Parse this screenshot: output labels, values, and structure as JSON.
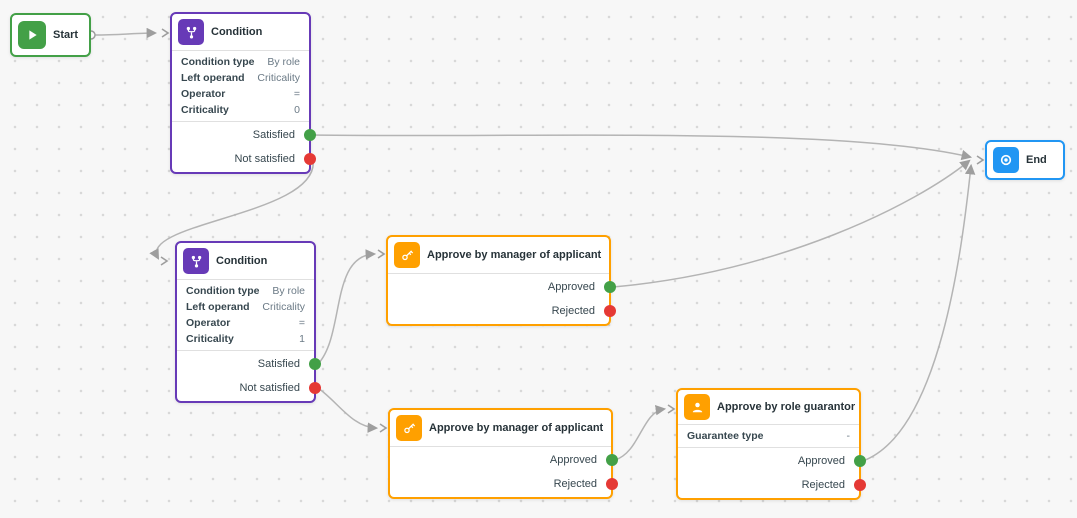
{
  "diagram": {
    "nodes": {
      "start": {
        "label": "Start",
        "icon": "play-icon",
        "color": "#43a047"
      },
      "condition1": {
        "title": "Condition",
        "icon": "branch-icon",
        "color": "#673ab7",
        "rows": [
          {
            "label": "Condition type",
            "value": "By role"
          },
          {
            "label": "Left operand",
            "value": "Criticality"
          },
          {
            "label": "Operator",
            "value": "="
          },
          {
            "label": "Criticality",
            "value": "0"
          }
        ],
        "outputs": [
          {
            "label": "Satisfied",
            "color": "#43a047"
          },
          {
            "label": "Not satisfied",
            "color": "#e53935"
          }
        ]
      },
      "condition2": {
        "title": "Condition",
        "icon": "branch-icon",
        "color": "#673ab7",
        "rows": [
          {
            "label": "Condition type",
            "value": "By role"
          },
          {
            "label": "Left operand",
            "value": "Criticality"
          },
          {
            "label": "Operator",
            "value": "="
          },
          {
            "label": "Criticality",
            "value": "1"
          }
        ],
        "outputs": [
          {
            "label": "Satisfied",
            "color": "#43a047"
          },
          {
            "label": "Not satisfied",
            "color": "#e53935"
          }
        ]
      },
      "approve1": {
        "title": "Approve by manager of applicant",
        "icon": "key-icon",
        "color": "#ffa000",
        "outputs": [
          {
            "label": "Approved",
            "color": "#43a047"
          },
          {
            "label": "Rejected",
            "color": "#e53935"
          }
        ]
      },
      "approve2": {
        "title": "Approve by manager of applicant",
        "icon": "key-icon",
        "color": "#ffa000",
        "outputs": [
          {
            "label": "Approved",
            "color": "#43a047"
          },
          {
            "label": "Rejected",
            "color": "#e53935"
          }
        ]
      },
      "guarantor": {
        "title": "Approve by role guarantor",
        "icon": "user-icon",
        "color": "#ffa000",
        "rows": [
          {
            "label": "Guarantee type",
            "value": "-"
          }
        ],
        "outputs": [
          {
            "label": "Approved",
            "color": "#43a047"
          },
          {
            "label": "Rejected",
            "color": "#e53935"
          }
        ]
      },
      "end": {
        "label": "End",
        "icon": "target-icon",
        "color": "#2196f3"
      }
    },
    "colors": {
      "edge": "#b4b4b4",
      "port_green": "#43a047",
      "port_red": "#e35935",
      "start_green": "#43a047",
      "condition_purple": "#673ab7",
      "approve_orange": "#ffa000",
      "end_blue": "#2196f3"
    }
  }
}
